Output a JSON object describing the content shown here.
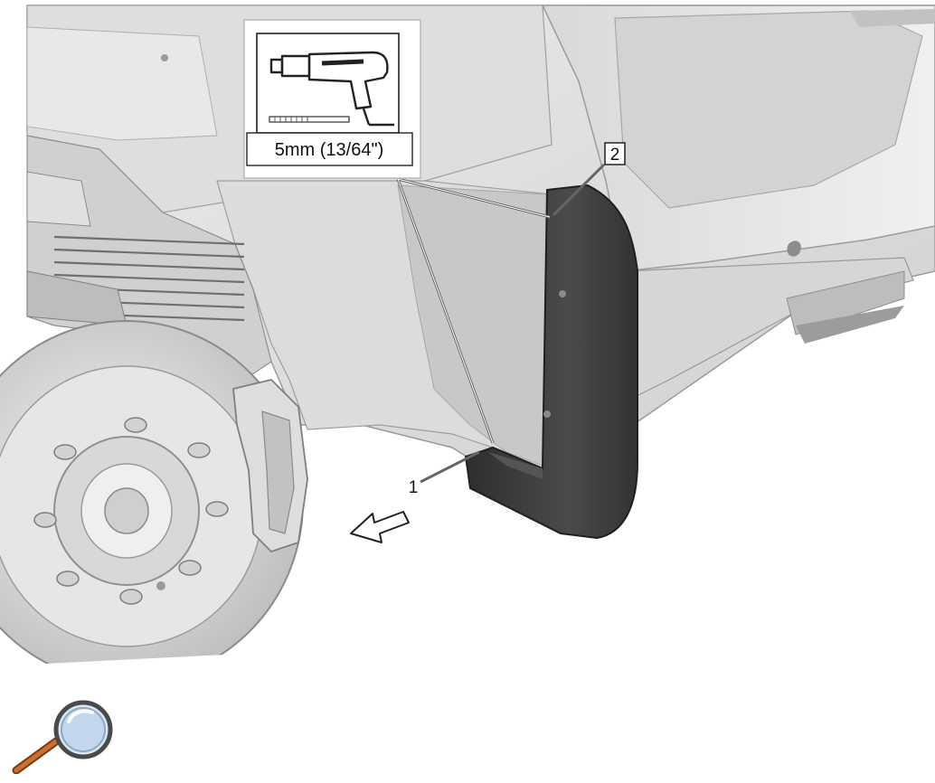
{
  "callouts": {
    "drill_size": "5mm (13/64\")",
    "label_1": "1",
    "label_2": "2"
  },
  "icons": {
    "drill": "drill-icon",
    "direction": "forward-arrow-icon",
    "zoom": "magnifier-icon"
  },
  "colors": {
    "body_light": "#e2e2e2",
    "body_mid": "#c9c9c9",
    "mud_flap": "#3c3c3c",
    "line": "#222222",
    "lens": "#c9dcf0",
    "handle": "#b8612a"
  }
}
